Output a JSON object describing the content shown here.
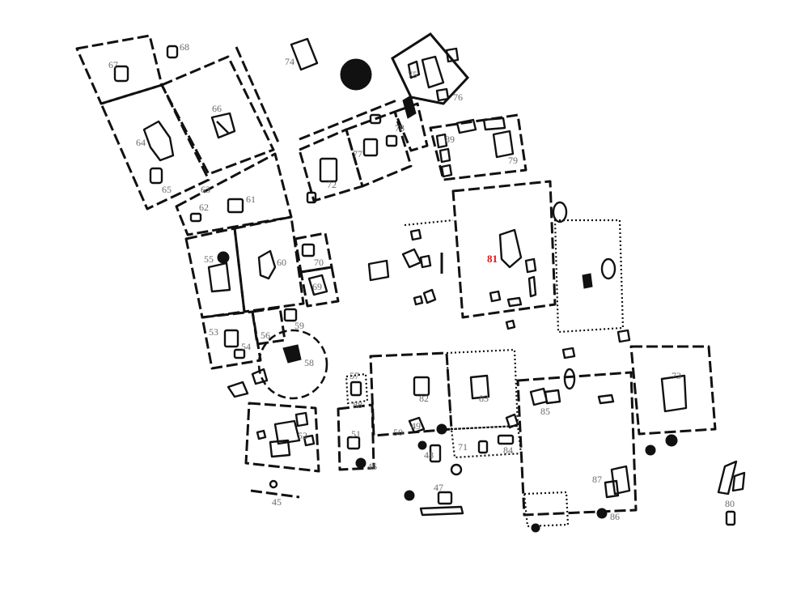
{
  "colors": {
    "ink": "#111111",
    "label": "#6a6a6a",
    "highlight": "#e01818"
  },
  "labels": {
    "l45": "45",
    "l46": "46",
    "l47": "47",
    "l48": "48",
    "l49": "49",
    "l50": "50",
    "l51": "51",
    "l52": "52",
    "l53": "53",
    "l54": "54",
    "l55": "55",
    "l56": "56",
    "l57": "57",
    "l58": "58",
    "l59": "59",
    "l60": "60",
    "l61": "61",
    "l62": "62",
    "l63": "63",
    "l64": "64",
    "l65": "65",
    "l66": "66",
    "l67": "67",
    "l68": "68",
    "l69": "69",
    "l70": "70",
    "l71": "71",
    "l72": "72",
    "l73": "73",
    "l74": "74",
    "l75": "75",
    "l76": "76",
    "l77": "77",
    "l78": "78",
    "l79": "79",
    "l80": "80",
    "l81": "81",
    "l82": "82",
    "l83": "83",
    "l84": "84",
    "l85": "85",
    "l86": "86",
    "l87": "87",
    "l88": "88",
    "l89": "89"
  },
  "highlighted_label": "81"
}
